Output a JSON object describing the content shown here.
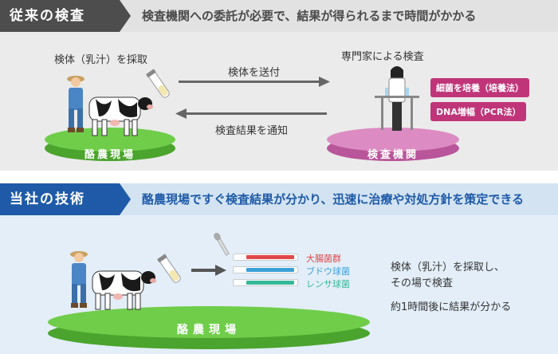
{
  "conventional": {
    "tag": "従来の検査",
    "subtitle": "検査機関への委託が必要で、結果が得られるまで時間がかかる",
    "sampling_label": "検体（乳汁）を採取",
    "send_label": "検体を送付",
    "expert_label": "専門家による検査",
    "notify_label": "検査結果を通知",
    "farm_label": "酪農現場",
    "lab_label": "検査機関",
    "methods": [
      "細菌を培養（培養法）",
      "DNA増幅（PCR法）"
    ],
    "colors": {
      "farm_disc": "#5cbf3c",
      "lab_disc": "#d27ab5",
      "method_badge": "#c0357a"
    }
  },
  "our_tech": {
    "tag": "当社の技術",
    "subtitle": "酪農現場ですぐ検査結果が分かり、迅速に治療や対処方針を策定できる",
    "farm_label": "酪農現場",
    "bacteria": [
      {
        "name": "大腸菌群",
        "color": "#e04a4a"
      },
      {
        "name": "ブドウ球菌",
        "color": "#3aa0d8"
      },
      {
        "name": "レンサ球菌",
        "color": "#35b898"
      }
    ],
    "description_line1": "検体（乳汁）を採取し、",
    "description_line2": "その場で検査",
    "description_line3": "約1時間後に結果が分かる"
  }
}
